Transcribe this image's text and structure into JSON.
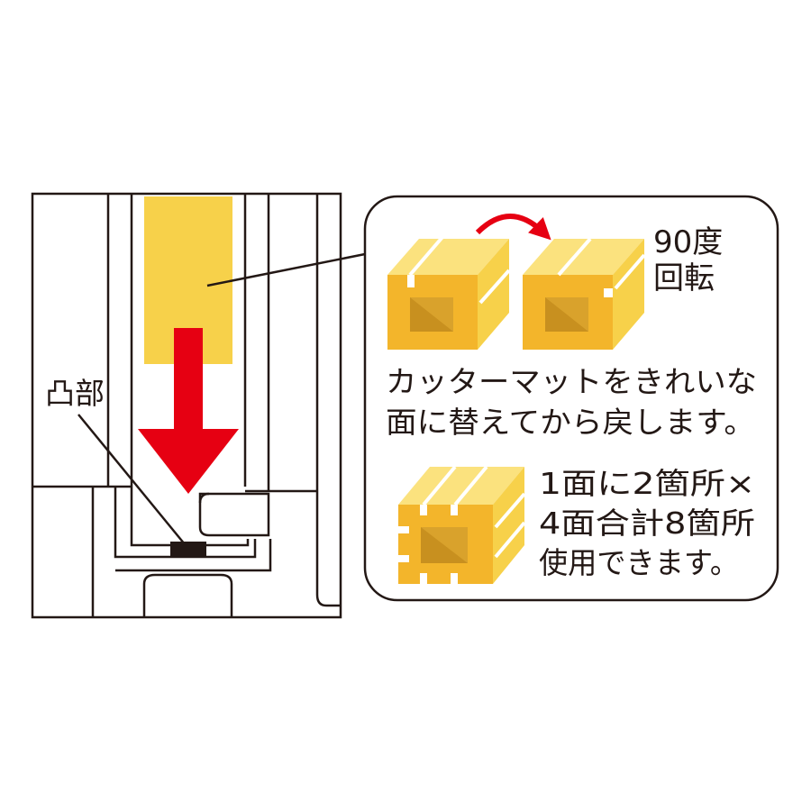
{
  "labels": {
    "protrusion": "凸部",
    "rotate_line1": "90度",
    "rotate_line2": "回転",
    "replace_line1": "カッターマットをきれいな",
    "replace_line2": "面に替えてから戻します。",
    "usage_line1": "1面に2箇所×",
    "usage_line2": "4面合計8箇所",
    "usage_line3": "使用できます。"
  },
  "colors": {
    "outline": "#231815",
    "mat_yellow": "#f7d14a",
    "mat_light": "#fbe27e",
    "mat_face": "#f3b52b",
    "mat_orange": "#e99a1c",
    "arrow_red": "#e60012",
    "tab_black": "#231815"
  },
  "icons": {
    "down_arrow": "down-arrow-icon",
    "rotate_arrow": "curved-arrow-icon"
  }
}
